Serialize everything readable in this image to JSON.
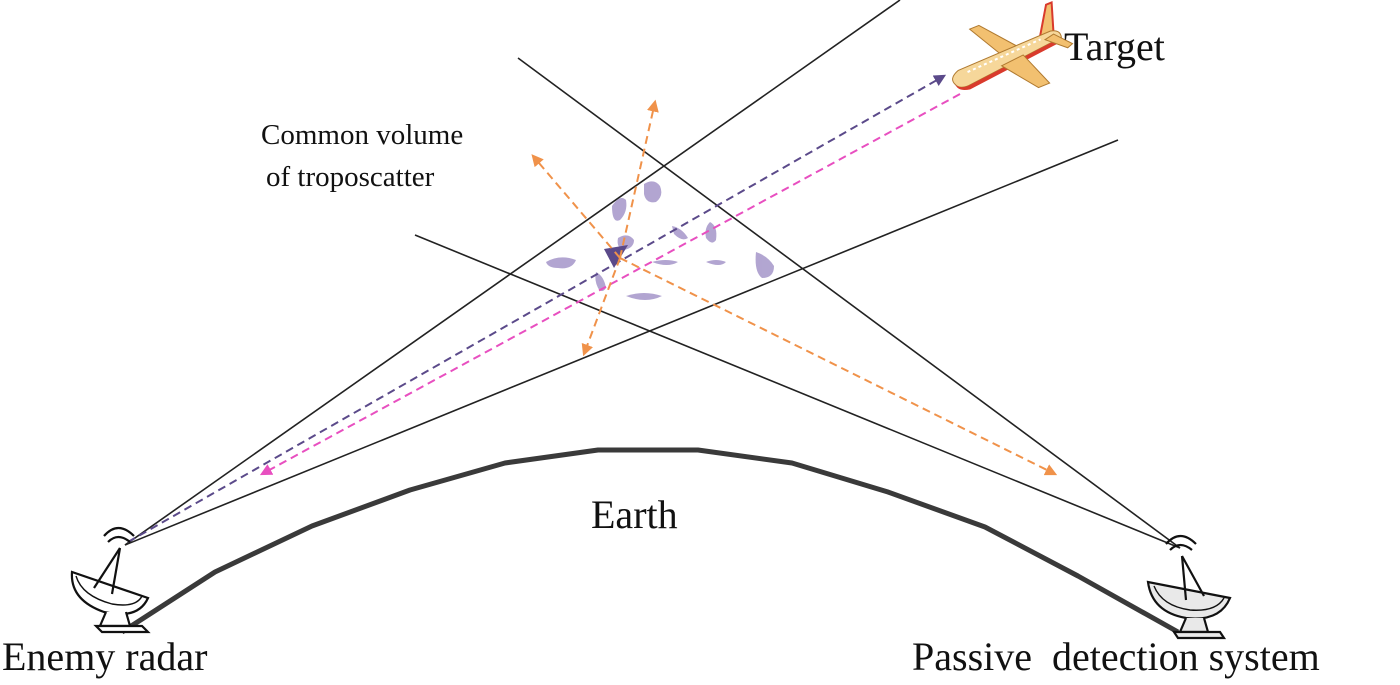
{
  "labels": {
    "target": "Target",
    "common_volume_line1": "Common volume",
    "common_volume_line2": "of troposcatter",
    "earth": "Earth",
    "enemy_radar": "Enemy radar",
    "passive_system": "Passive  detection system"
  },
  "colors": {
    "beam_line": "#222222",
    "earth": "#3a3a3a",
    "direct_path": "#5b4a8a",
    "reflected_path": "#e84fc0",
    "scatter_path": "#f0924a",
    "scatter_blob": "#a596c9",
    "plane_body": "#f2c070",
    "plane_accent": "#d93a2c"
  },
  "icons": {
    "radar": "satellite-dish-icon",
    "receiver": "satellite-dish-icon",
    "target": "airplane-icon",
    "scatterer": "turbulence-blob-icon"
  }
}
